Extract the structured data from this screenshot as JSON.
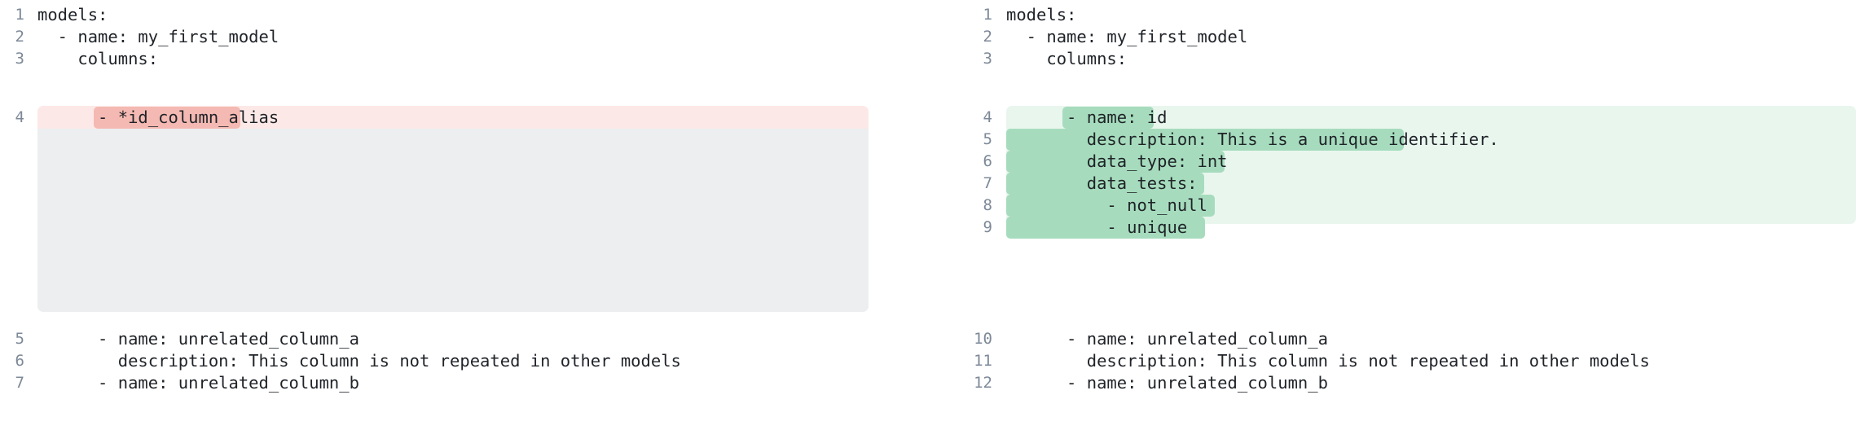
{
  "view": {
    "kind": "side-by-side-diff",
    "language": "yaml",
    "colors": {
      "page_background": "#ffffff",
      "text": "#1f2328",
      "line_number": "#7d8998",
      "removed_row_background": "#fce9e7",
      "removed_word_highlight": "#f4b9b2",
      "added_row_background": "#e9f6ee",
      "added_word_highlight": "#a6dcbd",
      "filler_background": "#eceef0"
    }
  },
  "left_pane": {
    "name": "before",
    "lines": [
      {
        "number": "1",
        "text": "models:"
      },
      {
        "number": "2",
        "text": "  - name: my_first_model"
      },
      {
        "number": "3",
        "text": "    columns:"
      },
      {
        "number": "4",
        "text": "      - *id_column_alias",
        "change": "removed",
        "highlight": "*id_column_alias"
      },
      {
        "number": "5",
        "text": "      - name: unrelated_column_a"
      },
      {
        "number": "6",
        "text": "        description: This column is not repeated in other models"
      },
      {
        "number": "7",
        "text": "      - name: unrelated_column_b"
      }
    ]
  },
  "right_pane": {
    "name": "after",
    "lines": [
      {
        "number": "1",
        "text": "models:"
      },
      {
        "number": "2",
        "text": "  - name: my_first_model"
      },
      {
        "number": "3",
        "text": "    columns:"
      },
      {
        "number": "4",
        "text": "      - name: id",
        "change": "added",
        "highlight": "name: id"
      },
      {
        "number": "5",
        "text": "        description: This is a unique identifier.",
        "change": "added",
        "highlight": "        description: This is a unique identifier."
      },
      {
        "number": "6",
        "text": "        data_type: int",
        "change": "added",
        "highlight": "        data_type: int"
      },
      {
        "number": "7",
        "text": "        data_tests:",
        "change": "added",
        "highlight": "        data_tests:"
      },
      {
        "number": "8",
        "text": "          - not_null",
        "change": "added",
        "highlight": "          - not_null"
      },
      {
        "number": "9",
        "text": "          - unique",
        "change": "added",
        "highlight": "          - unique"
      },
      {
        "number": "10",
        "text": "      - name: unrelated_column_a"
      },
      {
        "number": "11",
        "text": "        description: This column is not repeated in other models"
      },
      {
        "number": "12",
        "text": "      - name: unrelated_column_b"
      }
    ]
  }
}
